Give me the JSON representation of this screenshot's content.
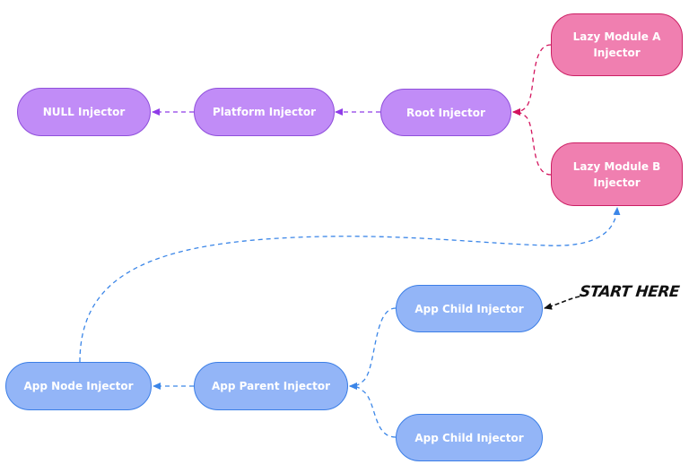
{
  "nodes": {
    "null_injector": "NULL Injector",
    "platform_injector": "Platform Injector",
    "root_injector": "Root Injector",
    "lazy_module_a": "Lazy Module A\nInjector",
    "lazy_module_b": "Lazy Module B\nInjector",
    "app_child_top": "App Child Injector",
    "app_node_injector": "App Node Injector",
    "app_parent_injector": "App Parent Injector",
    "app_child_bottom": "App Child Injector"
  },
  "start_label": "START HERE",
  "colors": {
    "purple_fill": "#c18cf7",
    "purple_stroke": "#8f4fdb",
    "pink_fill": "#f07fb0",
    "pink_stroke": "#cc1f64",
    "blue_fill": "#93b5f7",
    "blue_stroke": "#3b7ee6",
    "start_arrow": "#111111"
  }
}
